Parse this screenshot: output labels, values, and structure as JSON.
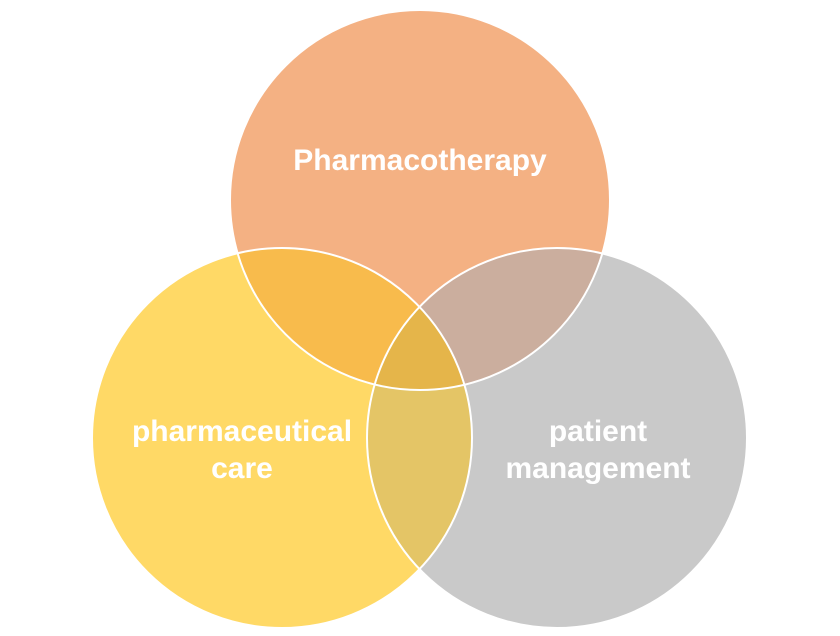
{
  "diagram": {
    "type": "venn",
    "sets": [
      {
        "id": "top",
        "lines": [
          "Pharmacotherapy"
        ],
        "color": "#F4B183"
      },
      {
        "id": "left",
        "lines": [
          "pharmaceutical",
          "care"
        ],
        "color": "#FFD966"
      },
      {
        "id": "right",
        "lines": [
          "patient",
          "management"
        ],
        "color": "#C9C9C9"
      }
    ],
    "overlaps": {
      "top_left": "#F8BB4C",
      "top_right": "#CBAE9E",
      "left_right": "#E4C566",
      "center": "#E5B54A"
    },
    "outline_color": "#ffffff"
  }
}
